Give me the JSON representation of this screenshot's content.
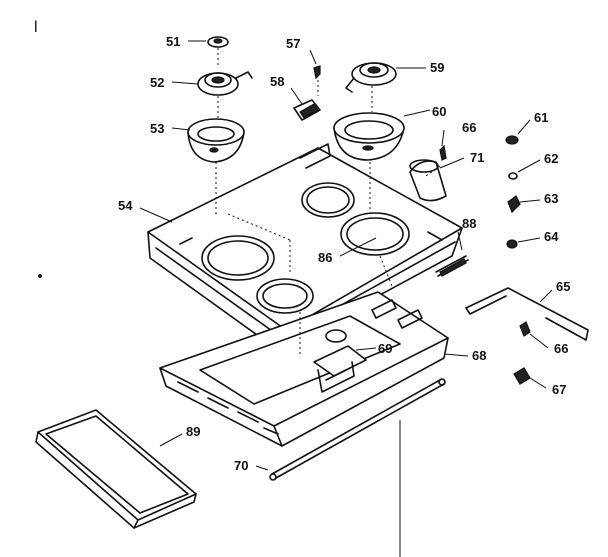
{
  "corner_mark": "l",
  "callouts": [
    {
      "label": "51"
    },
    {
      "label": "52"
    },
    {
      "label": "53"
    },
    {
      "label": "54"
    },
    {
      "label": "57"
    },
    {
      "label": "58"
    },
    {
      "label": "59"
    },
    {
      "label": "60"
    },
    {
      "label": "61"
    },
    {
      "label": "62"
    },
    {
      "label": "63"
    },
    {
      "label": "64"
    },
    {
      "label": "65"
    },
    {
      "label": "66"
    },
    {
      "label": "66"
    },
    {
      "label": "67"
    },
    {
      "label": "68"
    },
    {
      "label": "69"
    },
    {
      "label": "70"
    },
    {
      "label": "71"
    },
    {
      "label": "86"
    },
    {
      "label": "88"
    },
    {
      "label": "89"
    }
  ]
}
